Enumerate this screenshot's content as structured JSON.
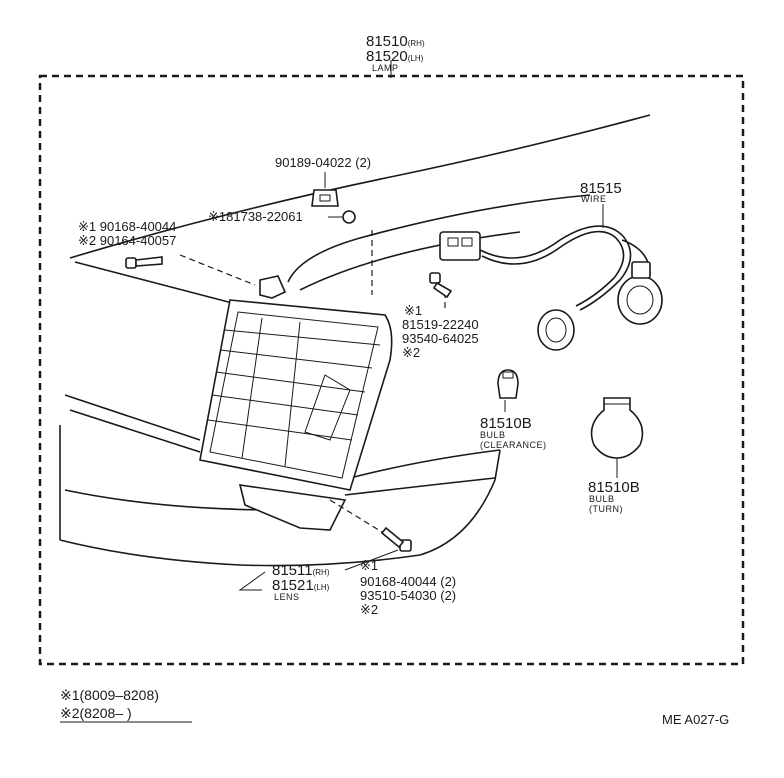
{
  "labels": {
    "lamp_rh_num": "81510",
    "lamp_rh_side": "(RH)",
    "lamp_lh_num": "81520",
    "lamp_lh_side": "(LH)",
    "lamp_name": "LAMP",
    "clip": "90189-04022 (2)",
    "nut": "※181738-22061",
    "wire_num": "81515",
    "wire_name": "WIRE",
    "screw_top_a": "※1 90168-40044",
    "screw_top_b": "※2 90164-40057",
    "screw_mid_mark1": "※1",
    "screw_mid_a": "81519-22240",
    "screw_mid_b": "93540-64025",
    "screw_mid_mark2": "※2",
    "bulb_clear_num": "81510B",
    "bulb_clear_name": "BULB",
    "bulb_clear_type": "(CLEARANCE)",
    "bulb_turn_num": "81510B",
    "bulb_turn_name": "BULB",
    "bulb_turn_type": "(TURN)",
    "lens_rh_num": "81511",
    "lens_rh_side": "(RH)",
    "lens_lh_num": "81521",
    "lens_lh_side": "(LH)",
    "lens_name": "LENS",
    "screw_bot_mark1": "※1",
    "screw_bot_a": "90168-40044 (2)",
    "screw_bot_b": "93510-54030 (2)",
    "screw_bot_mark2": "※2"
  },
  "footnotes": {
    "note1": "※1(8009–8208)",
    "note2": "※2(8208–      )"
  },
  "code": "ME A027-G"
}
